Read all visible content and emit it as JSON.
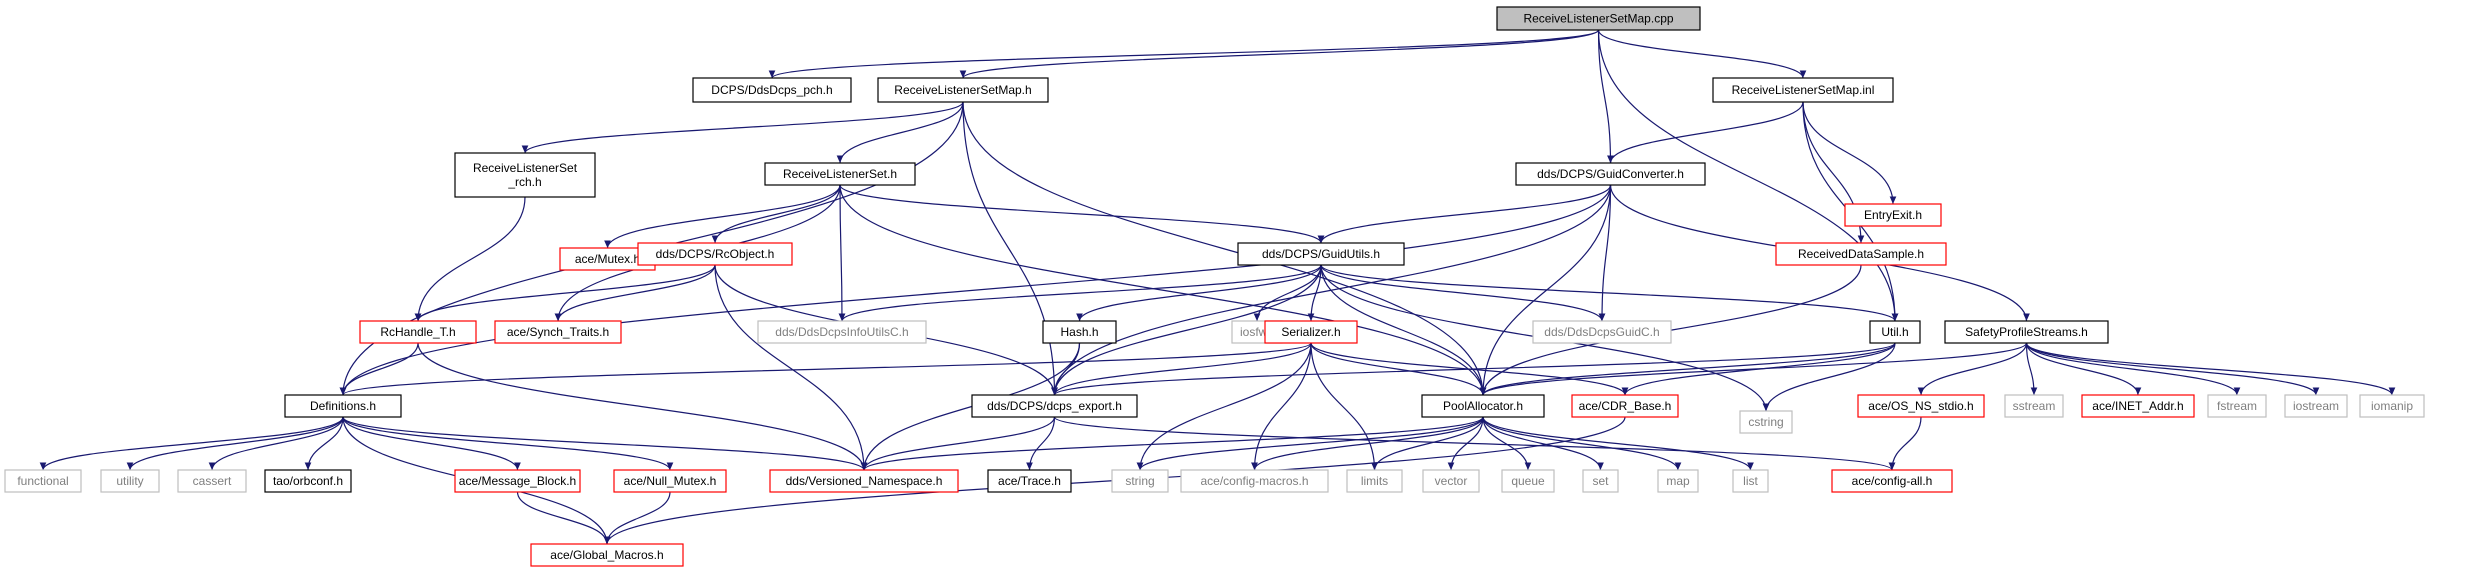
{
  "graph": {
    "root": "ReceiveListenerSetMap.cpp",
    "legend_colors": {
      "root_fill": "#bfbfbf",
      "node_border": "#000000",
      "truncated_border": "#ff0000",
      "system_border": "#bfbfbf",
      "system_text": "#7f7f7f",
      "edge": "#191970"
    },
    "nodes": [
      {
        "id": "cpp",
        "label": "ReceiveListenerSetMap.cpp",
        "kind": "root"
      },
      {
        "id": "pch",
        "label": "DCPS/DdsDcps_pch.h",
        "kind": "normal"
      },
      {
        "id": "rlsm_h",
        "label": "ReceiveListenerSetMap.h",
        "kind": "normal"
      },
      {
        "id": "guidconv",
        "label": "dds/DCPS/GuidConverter.h",
        "kind": "normal"
      },
      {
        "id": "rlsm_inl",
        "label": "ReceiveListenerSetMap.inl",
        "kind": "normal"
      },
      {
        "id": "rls_rch",
        "label": [
          "ReceiveListenerSet",
          "_rch.h"
        ],
        "kind": "normal"
      },
      {
        "id": "rls_h",
        "label": "ReceiveListenerSet.h",
        "kind": "normal"
      },
      {
        "id": "entryexit",
        "label": "EntryExit.h",
        "kind": "truncated"
      },
      {
        "id": "mutex",
        "label": "ace/Mutex.h",
        "kind": "truncated"
      },
      {
        "id": "rcobject",
        "label": "dds/DCPS/RcObject.h",
        "kind": "truncated"
      },
      {
        "id": "guidutils",
        "label": "dds/DCPS/GuidUtils.h",
        "kind": "normal"
      },
      {
        "id": "rds",
        "label": "ReceivedDataSample.h",
        "kind": "truncated"
      },
      {
        "id": "rchandle",
        "label": "RcHandle_T.h",
        "kind": "truncated"
      },
      {
        "id": "synch",
        "label": "ace/Synch_Traits.h",
        "kind": "truncated"
      },
      {
        "id": "infoutils",
        "label": "dds/DdsDcpsInfoUtilsC.h",
        "kind": "system"
      },
      {
        "id": "hash",
        "label": "Hash.h",
        "kind": "normal"
      },
      {
        "id": "iosfwd",
        "label": "iosfwd",
        "kind": "system"
      },
      {
        "id": "serializer",
        "label": "Serializer.h",
        "kind": "truncated"
      },
      {
        "id": "guidc",
        "label": "dds/DdsDcpsGuidC.h",
        "kind": "system"
      },
      {
        "id": "util",
        "label": "Util.h",
        "kind": "normal"
      },
      {
        "id": "sps",
        "label": "SafetyProfileStreams.h",
        "kind": "normal"
      },
      {
        "id": "definitions",
        "label": "Definitions.h",
        "kind": "normal"
      },
      {
        "id": "dcpsexport",
        "label": "dds/DCPS/dcps_export.h",
        "kind": "normal"
      },
      {
        "id": "poolalloc",
        "label": "PoolAllocator.h",
        "kind": "normal"
      },
      {
        "id": "cdrbase",
        "label": "ace/CDR_Base.h",
        "kind": "truncated"
      },
      {
        "id": "cstring",
        "label": "cstring",
        "kind": "system"
      },
      {
        "id": "osns",
        "label": "ace/OS_NS_stdio.h",
        "kind": "truncated"
      },
      {
        "id": "sstream",
        "label": "sstream",
        "kind": "system"
      },
      {
        "id": "inetaddr",
        "label": "ace/INET_Addr.h",
        "kind": "truncated"
      },
      {
        "id": "fstream",
        "label": "fstream",
        "kind": "system"
      },
      {
        "id": "iostream",
        "label": "iostream",
        "kind": "system"
      },
      {
        "id": "iomanip",
        "label": "iomanip",
        "kind": "system"
      },
      {
        "id": "functional",
        "label": "functional",
        "kind": "system"
      },
      {
        "id": "utility",
        "label": "utility",
        "kind": "system"
      },
      {
        "id": "cassert",
        "label": "cassert",
        "kind": "system"
      },
      {
        "id": "orbconf",
        "label": "tao/orbconf.h",
        "kind": "normal"
      },
      {
        "id": "msgblock",
        "label": "ace/Message_Block.h",
        "kind": "truncated"
      },
      {
        "id": "nullmutex",
        "label": "ace/Null_Mutex.h",
        "kind": "truncated"
      },
      {
        "id": "versioned",
        "label": "dds/Versioned_Namespace.h",
        "kind": "truncated"
      },
      {
        "id": "trace",
        "label": "ace/Trace.h",
        "kind": "normal"
      },
      {
        "id": "string",
        "label": "string",
        "kind": "system"
      },
      {
        "id": "configmacros",
        "label": "ace/config-macros.h",
        "kind": "system"
      },
      {
        "id": "limits",
        "label": "limits",
        "kind": "system"
      },
      {
        "id": "vector",
        "label": "vector",
        "kind": "system"
      },
      {
        "id": "queue",
        "label": "queue",
        "kind": "system"
      },
      {
        "id": "set",
        "label": "set",
        "kind": "system"
      },
      {
        "id": "map",
        "label": "map",
        "kind": "system"
      },
      {
        "id": "list",
        "label": "list",
        "kind": "system"
      },
      {
        "id": "configall",
        "label": "ace/config-all.h",
        "kind": "truncated"
      },
      {
        "id": "globalmacros",
        "label": "ace/Global_Macros.h",
        "kind": "truncated"
      }
    ],
    "edges": [
      [
        "cpp",
        "pch"
      ],
      [
        "cpp",
        "rlsm_h"
      ],
      [
        "cpp",
        "guidconv"
      ],
      [
        "cpp",
        "rlsm_inl"
      ],
      [
        "cpp",
        "util"
      ],
      [
        "rlsm_h",
        "rls_rch"
      ],
      [
        "rlsm_h",
        "rls_h"
      ],
      [
        "rlsm_h",
        "definitions"
      ],
      [
        "rlsm_h",
        "dcpsexport"
      ],
      [
        "rlsm_h",
        "poolalloc"
      ],
      [
        "rlsm_inl",
        "guidconv"
      ],
      [
        "rlsm_inl",
        "entryexit"
      ],
      [
        "rlsm_inl",
        "rds"
      ],
      [
        "rlsm_inl",
        "util"
      ],
      [
        "rls_rch",
        "rchandle"
      ],
      [
        "rls_h",
        "mutex"
      ],
      [
        "rls_h",
        "rcobject"
      ],
      [
        "rls_h",
        "guidutils"
      ],
      [
        "rls_h",
        "synch"
      ],
      [
        "rls_h",
        "infoutils"
      ],
      [
        "rls_h",
        "poolalloc"
      ],
      [
        "guidconv",
        "guidutils"
      ],
      [
        "guidconv",
        "guidc"
      ],
      [
        "guidconv",
        "sps"
      ],
      [
        "guidconv",
        "dcpsexport"
      ],
      [
        "guidconv",
        "definitions"
      ],
      [
        "guidconv",
        "poolalloc"
      ],
      [
        "rcobject",
        "rchandle"
      ],
      [
        "rcobject",
        "synch"
      ],
      [
        "rcobject",
        "dcpsexport"
      ],
      [
        "rcobject",
        "versioned"
      ],
      [
        "guidutils",
        "infoutils"
      ],
      [
        "guidutils",
        "hash"
      ],
      [
        "guidutils",
        "iosfwd"
      ],
      [
        "guidutils",
        "serializer"
      ],
      [
        "guidutils",
        "guidc"
      ],
      [
        "guidutils",
        "util"
      ],
      [
        "guidutils",
        "dcpsexport"
      ],
      [
        "guidutils",
        "poolalloc"
      ],
      [
        "guidutils",
        "cstring"
      ],
      [
        "rds",
        "poolalloc"
      ],
      [
        "rchandle",
        "definitions"
      ],
      [
        "rchandle",
        "versioned"
      ],
      [
        "hash",
        "dcpsexport"
      ],
      [
        "hash",
        "versioned"
      ],
      [
        "serializer",
        "definitions"
      ],
      [
        "serializer",
        "dcpsexport"
      ],
      [
        "serializer",
        "poolalloc"
      ],
      [
        "serializer",
        "cdrbase"
      ],
      [
        "serializer",
        "string"
      ],
      [
        "serializer",
        "configmacros"
      ],
      [
        "serializer",
        "limits"
      ],
      [
        "util",
        "poolalloc"
      ],
      [
        "util",
        "dcpsexport"
      ],
      [
        "util",
        "cdrbase"
      ],
      [
        "util",
        "cstring"
      ],
      [
        "sps",
        "poolalloc"
      ],
      [
        "sps",
        "osns"
      ],
      [
        "sps",
        "sstream"
      ],
      [
        "sps",
        "inetaddr"
      ],
      [
        "sps",
        "fstream"
      ],
      [
        "sps",
        "iostream"
      ],
      [
        "sps",
        "iomanip"
      ],
      [
        "definitions",
        "functional"
      ],
      [
        "definitions",
        "utility"
      ],
      [
        "definitions",
        "cassert"
      ],
      [
        "definitions",
        "orbconf"
      ],
      [
        "definitions",
        "msgblock"
      ],
      [
        "definitions",
        "nullmutex"
      ],
      [
        "definitions",
        "versioned"
      ],
      [
        "definitions",
        "globalmacros"
      ],
      [
        "dcpsexport",
        "trace"
      ],
      [
        "dcpsexport",
        "versioned"
      ],
      [
        "dcpsexport",
        "configall"
      ],
      [
        "poolalloc",
        "versioned"
      ],
      [
        "poolalloc",
        "string"
      ],
      [
        "poolalloc",
        "configmacros"
      ],
      [
        "poolalloc",
        "limits"
      ],
      [
        "poolalloc",
        "vector"
      ],
      [
        "poolalloc",
        "queue"
      ],
      [
        "poolalloc",
        "set"
      ],
      [
        "poolalloc",
        "map"
      ],
      [
        "poolalloc",
        "list"
      ],
      [
        "cdrbase",
        "globalmacros"
      ],
      [
        "osns",
        "configall"
      ],
      [
        "msgblock",
        "globalmacros"
      ],
      [
        "nullmutex",
        "globalmacros"
      ]
    ]
  }
}
